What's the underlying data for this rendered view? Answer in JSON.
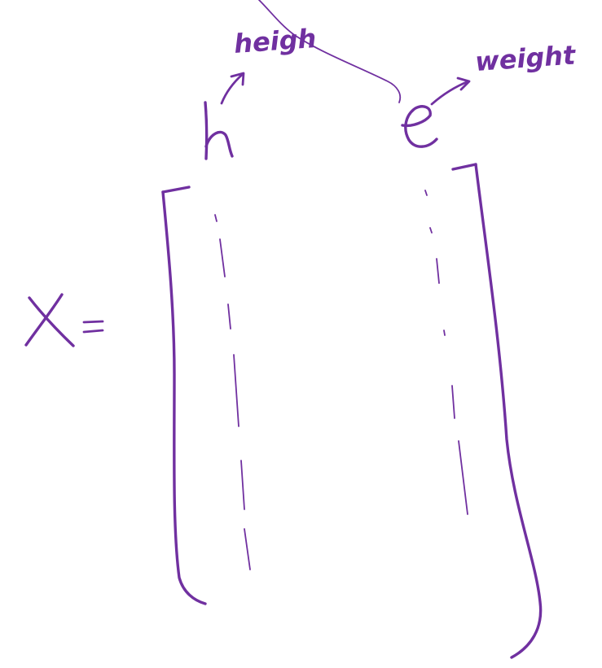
{
  "ink_color": "#7030A0",
  "lhs": {
    "variable": "X",
    "equals": "="
  },
  "columns": [
    {
      "symbol": "h",
      "annotation": "heigh"
    },
    {
      "symbol": "e",
      "annotation": "weight"
    }
  ]
}
